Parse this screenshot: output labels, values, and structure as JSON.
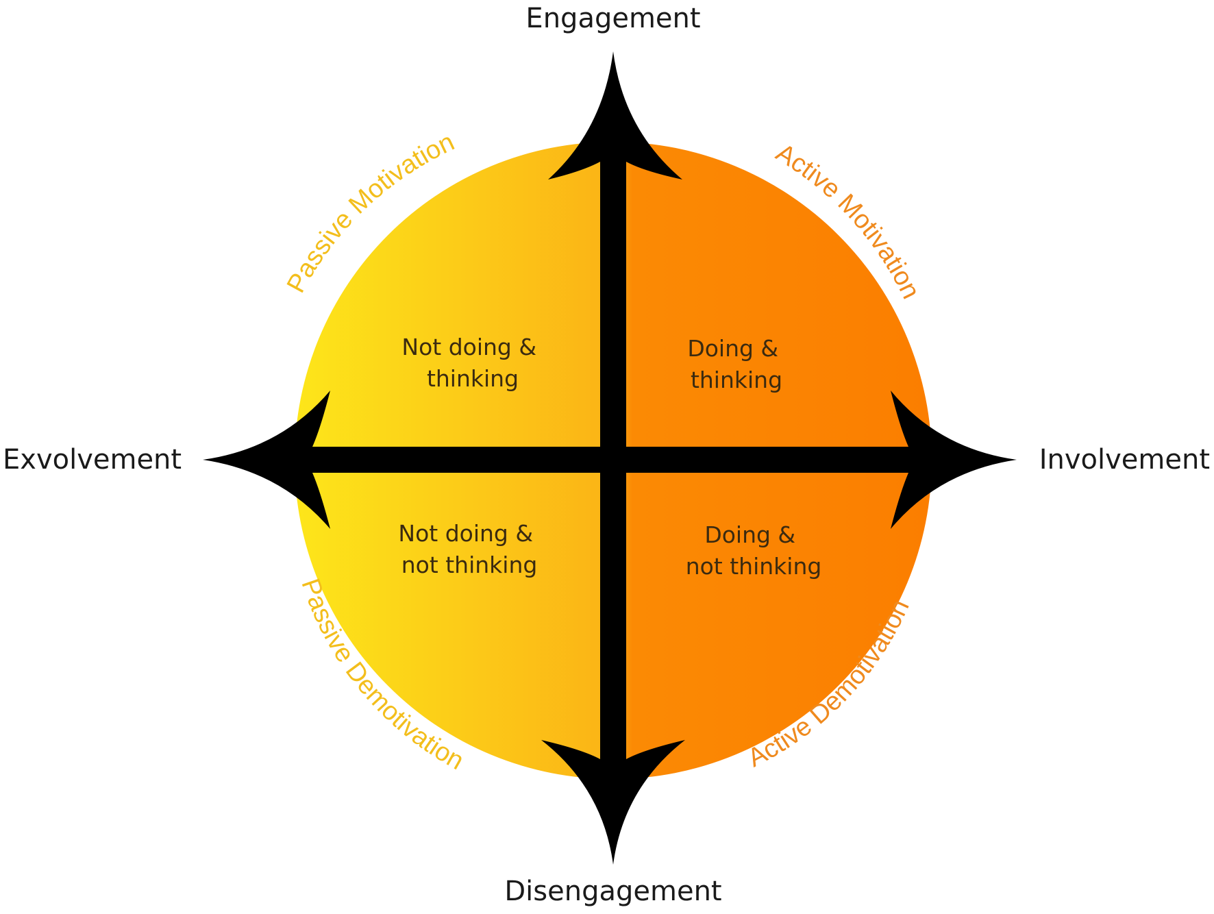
{
  "axes": {
    "top": "Engagement",
    "bottom": "Disengagement",
    "left": "Exvolvement",
    "right": "Involvement"
  },
  "quadrants": {
    "top_left": [
      "Not doing &",
      "thinking"
    ],
    "top_right": [
      "Doing &",
      "thinking"
    ],
    "bottom_left": [
      "Not doing &",
      "not thinking"
    ],
    "bottom_right": [
      "Doing &",
      "not thinking"
    ]
  },
  "arc_labels": {
    "top_left": "Passive Motivation",
    "top_right": "Active Motivation",
    "bottom_left": "Passive Demotivation",
    "bottom_right": "Active Demotivation"
  },
  "colors": {
    "circle_left": "#fde61a",
    "circle_mid": "#fbb316",
    "circle_right": "#fb7e00",
    "arrow": "#000000",
    "arc_left_text": "#f3be1c",
    "arc_right_text": "#ef8a1e"
  }
}
